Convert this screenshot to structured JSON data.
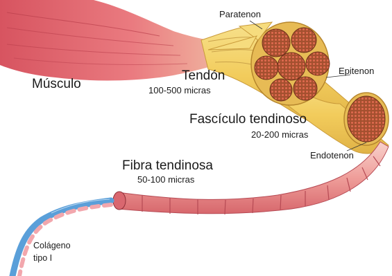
{
  "labels": {
    "musculo": "Músculo",
    "tendon": "Tendón",
    "tendon_size": "100-500 micras",
    "paratenon": "Paratenon",
    "epitenon": "Epitenon",
    "fasciculo": "Fascículo tendinoso",
    "fasciculo_size": "20-200 micras",
    "endotenon": "Endotenon",
    "fibra": "Fibra tendinosa",
    "fibra_size": "50-100 micras",
    "colageno_l1": "Colágeno",
    "colageno_l2": "tipo I"
  },
  "colors": {
    "muscle": "#e46a73",
    "tendon": "#f1cf63",
    "fascicle_core": "#b45a3a",
    "fiber_light": "#f3b8b3",
    "fiber_dark": "#d9676f",
    "collagen_blue": "#5a9fd9",
    "collagen_pink": "#f2a7ad"
  }
}
